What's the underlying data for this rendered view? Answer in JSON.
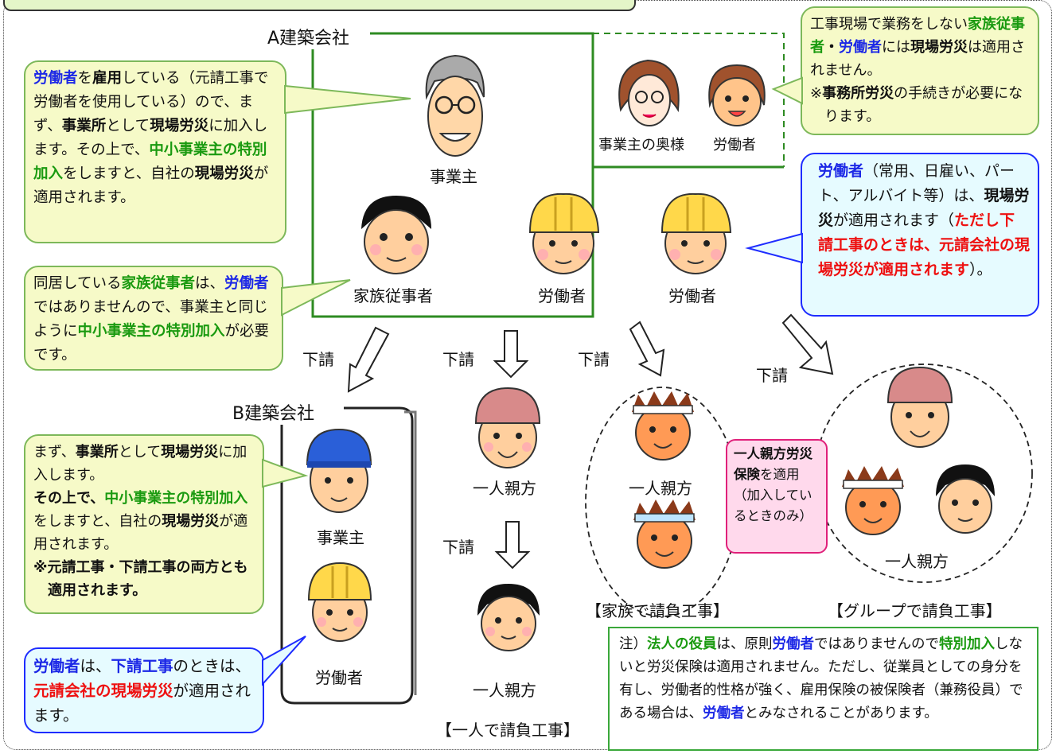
{
  "companies": {
    "a": "A建築会社",
    "b": "B建築会社"
  },
  "labels": {
    "owner_a": "事業主",
    "owners_wife": "事業主の奥様",
    "office_worker": "労働者",
    "family_worker": "家族従事者",
    "worker_1": "労働者",
    "worker_2": "労働者",
    "owner_b": "事業主",
    "worker_b": "労働者",
    "solo_1": "一人親方",
    "solo_2": "一人親方",
    "family_solo": "一人親方",
    "group_solo": "一人親方",
    "subcontract": "下請",
    "case_solo": "【一人で請負工事】",
    "case_family": "【家族で請負工事】",
    "case_group": "【グループで請負工事】"
  },
  "bubbles": {
    "a_owner": [
      {
        "t": "労働者",
        "s": "cb"
      },
      {
        "t": "を"
      },
      {
        "t": "雇用",
        "s": "b"
      },
      {
        "t": "している（元請工事で労働者を使用している）ので、まず、"
      },
      {
        "t": "事業所",
        "s": "b"
      },
      {
        "t": "として"
      },
      {
        "t": "現場労災",
        "s": "b"
      },
      {
        "t": "に加入します。その上で、"
      },
      {
        "t": "中小事業主の特別加入",
        "s": "cg"
      },
      {
        "t": "をしますと、自社の"
      },
      {
        "t": "現場労災",
        "s": "b"
      },
      {
        "t": "が適用されます。"
      }
    ],
    "a_family": [
      {
        "t": "同居している"
      },
      {
        "t": "家族従事者",
        "s": "cg"
      },
      {
        "t": "は、"
      },
      {
        "t": "労働者",
        "s": "cb"
      },
      {
        "t": "ではありませんので、事業主と同じように"
      },
      {
        "t": "中小事業主の特別加入",
        "s": "cg"
      },
      {
        "t": "が必要です。"
      }
    ],
    "office": [
      {
        "t": "工事現場で業務をしない"
      },
      {
        "t": "家族従事者",
        "s": "cg"
      },
      {
        "t": "・",
        "s": "b"
      },
      {
        "t": "労働者",
        "s": "cb"
      },
      {
        "t": "には"
      },
      {
        "t": "現場労災",
        "s": "b"
      },
      {
        "t": "は適用されません。"
      }
    ],
    "office_note": [
      {
        "t": "※"
      },
      {
        "t": "事務所労災",
        "s": "b"
      },
      {
        "t": "の手続きが必要になります。"
      }
    ],
    "a_workers": [
      {
        "t": "労働者",
        "s": "cb"
      },
      {
        "t": "（常用、日雇い、パート、アルバイト等）は、"
      },
      {
        "t": "現場労災",
        "s": "b"
      },
      {
        "t": "が適用されます（"
      },
      {
        "t": "ただし下請工事のときは、元請会社の現場労災が適用されます",
        "s": "cr"
      },
      {
        "t": "）。"
      }
    ],
    "b_owner": [
      {
        "t": "まず、"
      },
      {
        "t": "事業所",
        "s": "b"
      },
      {
        "t": "として"
      },
      {
        "t": "現場労災",
        "s": "b"
      },
      {
        "t": "に加入します。"
      }
    ],
    "b_owner_2": [
      {
        "t": "その上で、",
        "s": "b"
      },
      {
        "t": "中小事業主の特別加入",
        "s": "cg"
      },
      {
        "t": "をしますと、自社の"
      },
      {
        "t": "現場労災",
        "s": "b"
      },
      {
        "t": "が適用されます。"
      }
    ],
    "b_owner_note": "※元請工事・下請工事の両方とも適用されます。",
    "b_worker": [
      {
        "t": "労働者",
        "s": "cb"
      },
      {
        "t": "は、"
      },
      {
        "t": "下請工事",
        "s": "cb"
      },
      {
        "t": "のときは、"
      },
      {
        "t": "元請会社の現場労災",
        "s": "cr"
      },
      {
        "t": "が適用されます。"
      }
    ],
    "solo_insurance": [
      {
        "t": "一人親方労災保険",
        "s": "b"
      },
      {
        "t": "を適用（加入しているときのみ）"
      }
    ]
  },
  "note": [
    {
      "t": "注）"
    },
    {
      "t": "法人の役員",
      "s": "cg"
    },
    {
      "t": "は、原則"
    },
    {
      "t": "労働者",
      "s": "cb"
    },
    {
      "t": "ではありませんので"
    },
    {
      "t": "特別加入",
      "s": "cg"
    },
    {
      "t": "しないと労災保険は適用されません。ただし、従業員としての身分を有し、労働者的性格が強く、雇用保険の被保険者（兼務役員）である場合は、"
    },
    {
      "t": "労働者",
      "s": "cb"
    },
    {
      "t": "とみなされることがあります。"
    }
  ],
  "colors": {
    "green_line": "#2e8b22",
    "blue_text": "#1c28e6",
    "green_text": "#1a9a10",
    "red_text": "#ee1010"
  }
}
